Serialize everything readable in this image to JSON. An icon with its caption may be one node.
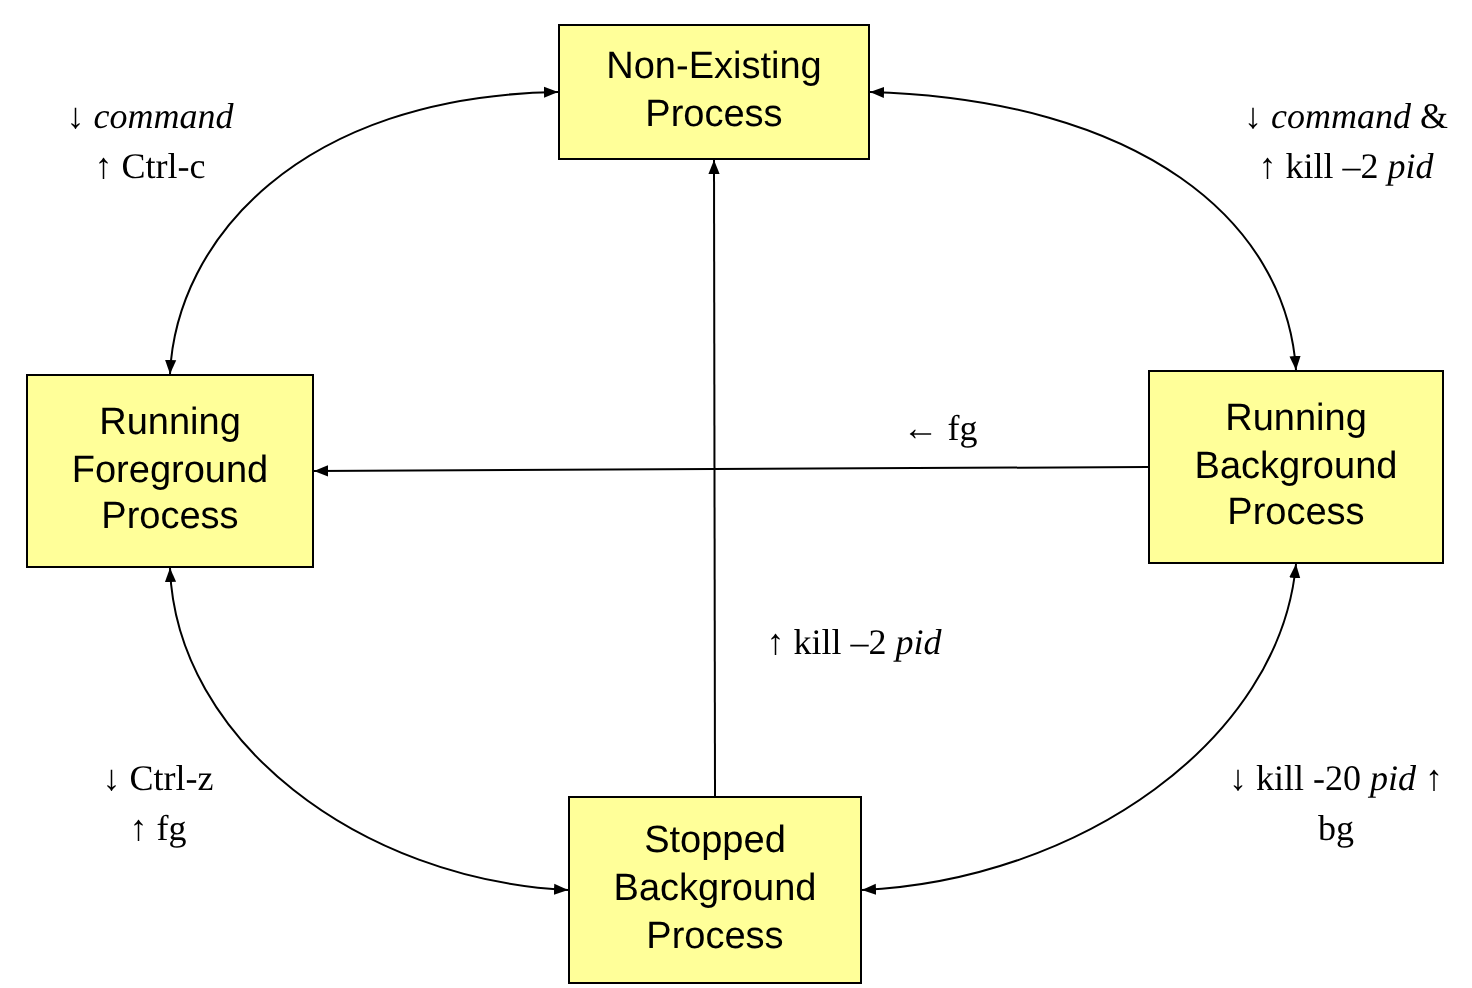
{
  "diagram": {
    "nodes": [
      {
        "text": [
          "Non-Existing Process"
        ]
      },
      {
        "text": [
          "Running Foreground Process"
        ]
      },
      {
        "text": [
          "Running Background Process"
        ]
      },
      {
        "text": [
          "Stopped Background Process"
        ]
      }
    ],
    "edges": [
      {
        "from": 0,
        "to": 1,
        "arrow": "both",
        "label": "↓ *command* ↑ Ctrl-c"
      },
      {
        "from": 0,
        "to": 2,
        "arrow": "both",
        "label": "↓ *command* & ↑ kill –2 *pid*"
      },
      {
        "from": 1,
        "to": 3,
        "arrow": "both",
        "label": "↓ Ctrl-z ↑ fg"
      },
      {
        "from": 2,
        "to": 3,
        "arrow": "both",
        "label": "↓ kill -20 *pid* ↑ bg"
      },
      {
        "from": 3,
        "to": 0,
        "arrow": "to",
        "label": "↑ kill –2 *pid*"
      },
      {
        "from": 2,
        "to": 1,
        "arrow": "to",
        "label": "← fg"
      }
    ]
  }
}
